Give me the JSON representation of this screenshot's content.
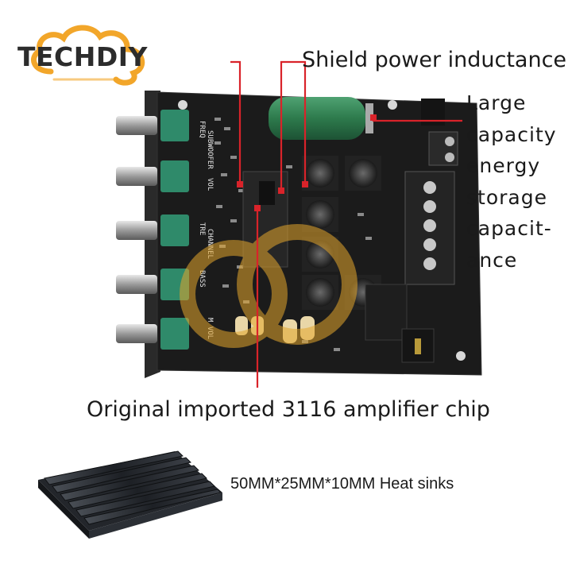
{
  "logo": {
    "text": "TECHDIY"
  },
  "callouts": {
    "shield_inductance": "Shield power inductance",
    "capacitor_lines": [
      "Large",
      "capacity",
      "energy",
      "storage",
      "capacit-",
      "ance"
    ],
    "amplifier_chip": "Original imported 3116 amplifier chip",
    "heat_sinks": "50MM*25MM*10MM Heat sinks"
  },
  "board_labels": {
    "freq": "FREQ",
    "subwoofer": "SUBWOOFER",
    "vol": "VOL",
    "tre": "TRE",
    "channel": "CHANNEL",
    "bass": "BASS",
    "m_vol": "M VOL"
  },
  "colors": {
    "board": "#1b1b1b",
    "potentiometer": "#2f8a6a",
    "capacitor": "#2d7a4c",
    "callout_line": "#d9232a",
    "logo_cloud": "#f2a62a",
    "watermark": "#e3a62c"
  }
}
